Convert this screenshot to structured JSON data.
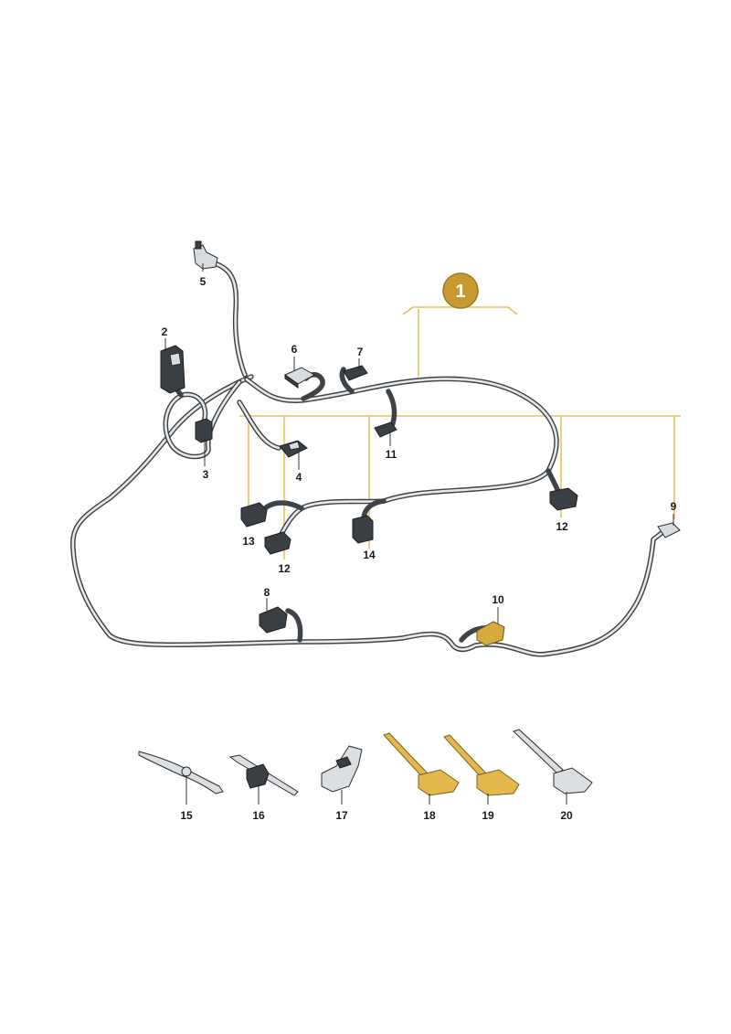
{
  "badge": {
    "label": "1",
    "color": "#c69a2e"
  },
  "callouts": {
    "c2": "2",
    "c3": "3",
    "c4": "4",
    "c5": "5",
    "c6": "6",
    "c7": "7",
    "c8": "8",
    "c9": "9",
    "c10": "10",
    "c11": "11",
    "c12a": "12",
    "c12b": "12",
    "c13": "13",
    "c14": "14",
    "c15": "15",
    "c16": "16",
    "c17": "17",
    "c18": "18",
    "c19": "19",
    "c20": "20"
  },
  "colors": {
    "bracket": "#e7c25a",
    "highlight": "#d6aa3c",
    "harness": "#3e4347"
  },
  "icons": {
    "harness": "wiring-harness-icon",
    "connector": "connector-icon",
    "cable-tie": "cable-tie-icon",
    "holder": "cable-holder-icon"
  }
}
